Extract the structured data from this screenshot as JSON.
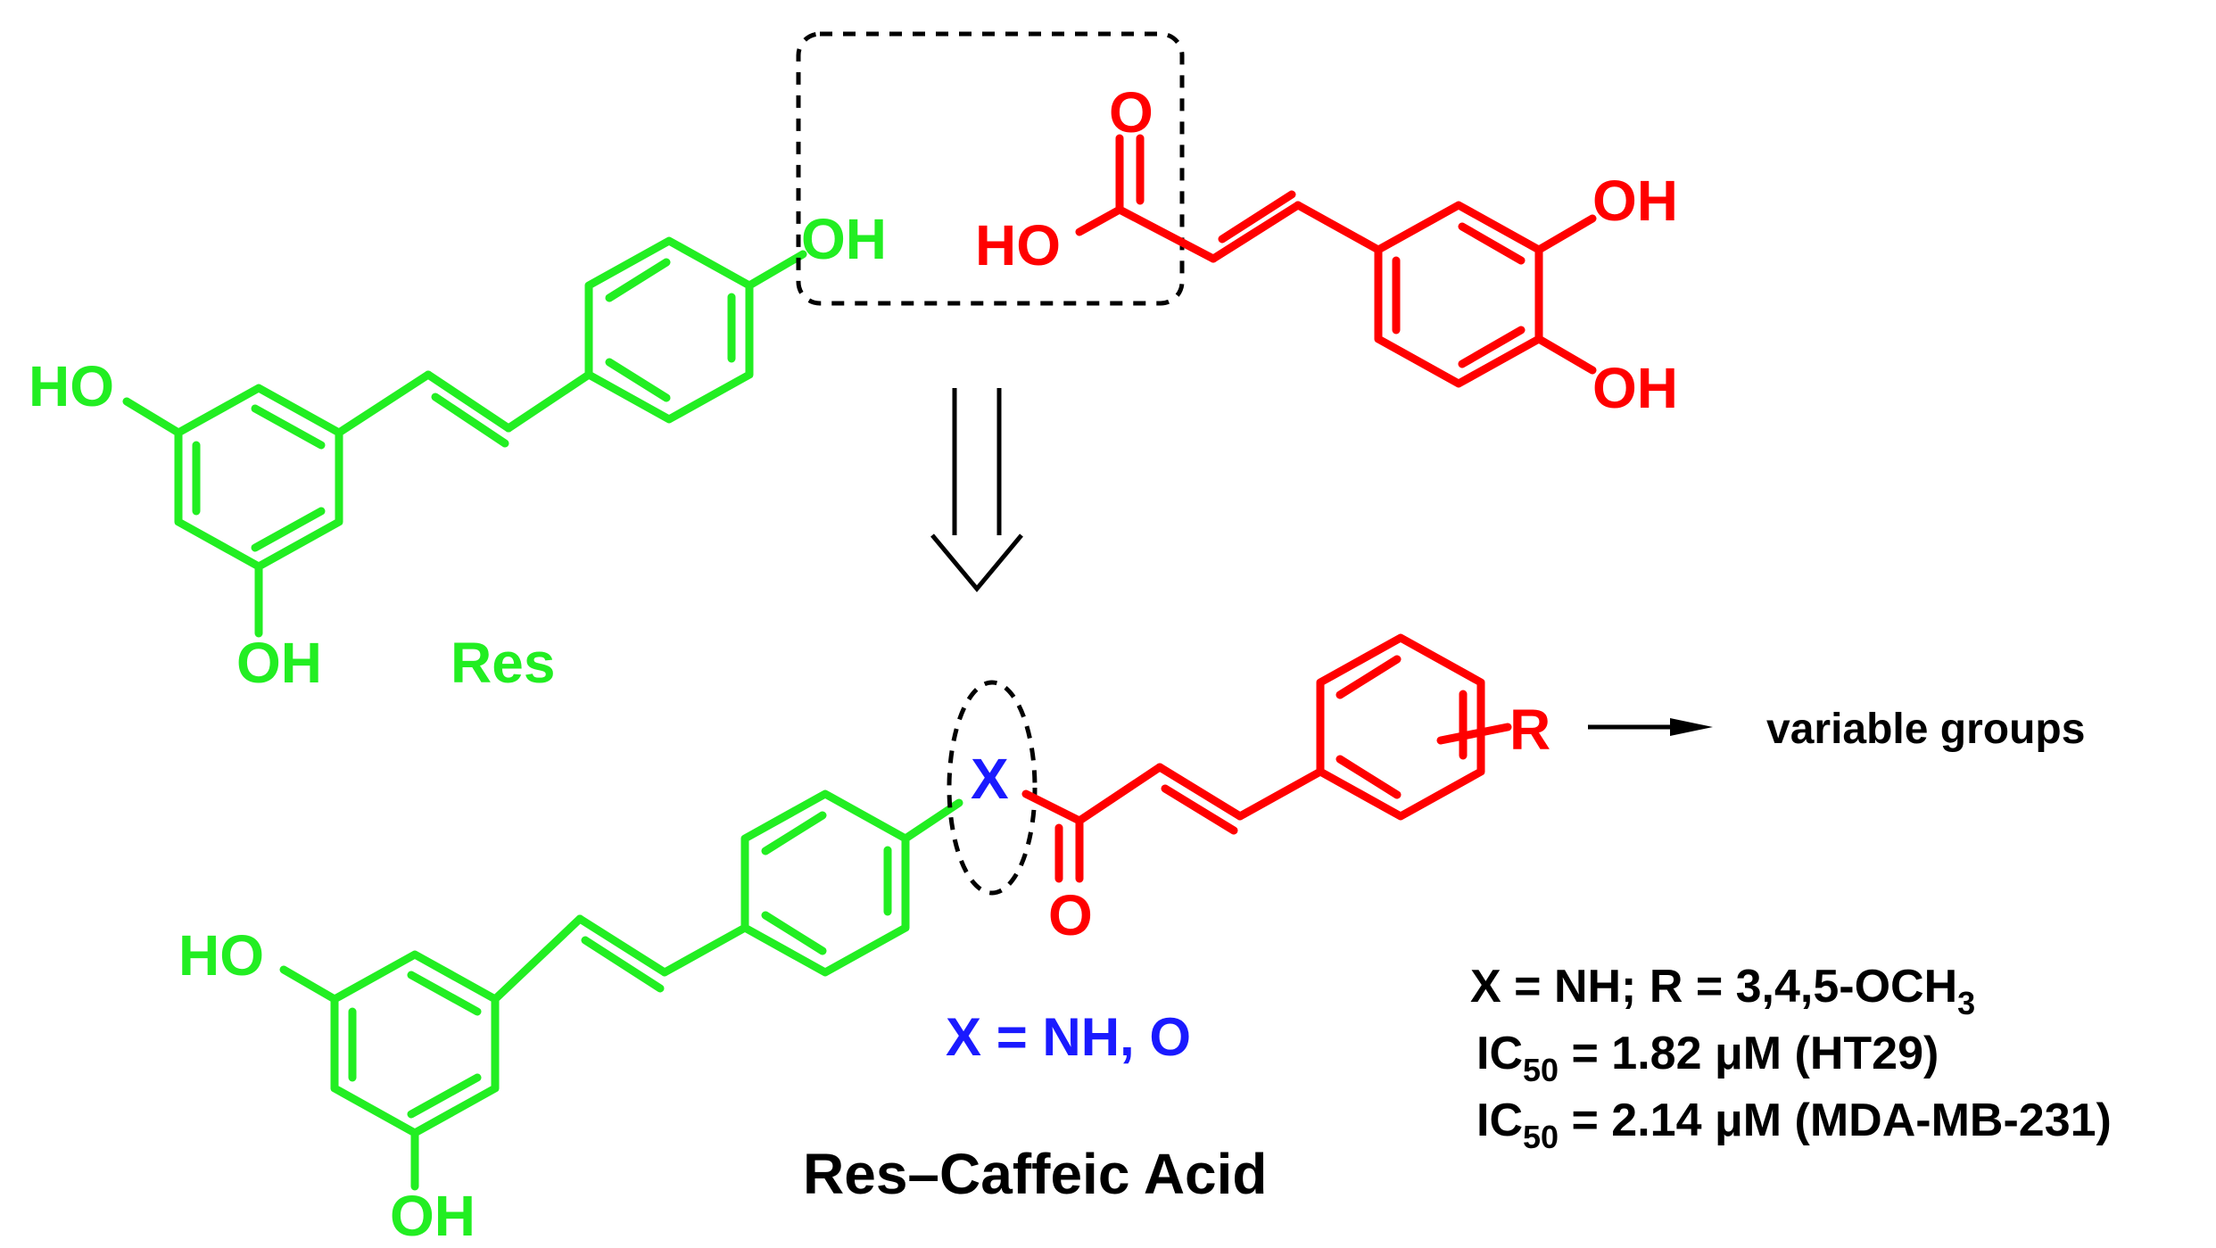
{
  "colors": {
    "green": "#22ee22",
    "red": "#ff0000",
    "blue": "#1a1aff",
    "black": "#000000"
  },
  "top": {
    "res": {
      "ho": "HO",
      "oh_top": "OH",
      "oh_bottom": "OH",
      "name": "Res"
    },
    "caffeic": {
      "o": "O",
      "ho": "HO",
      "oh_upper": "OH",
      "oh_lower": "OH"
    }
  },
  "bottom": {
    "ho": "HO",
    "oh": "OH",
    "x": "X",
    "o": "O",
    "r": "R",
    "variable_groups": "variable groups",
    "x_definition": "X = NH, O",
    "compound_name": "Res–Caffeic Acid"
  },
  "result": {
    "line1_main": "X = NH; R = 3,4,5-OCH",
    "line1_sub": "3",
    "line2_ic": "IC",
    "line2_sub": "50",
    "line2_value": " = 1.82 μM (HT29)",
    "line3_ic": "IC",
    "line3_sub": "50",
    "line3_value": " = 2.14 μM (MDA-MB-231)"
  }
}
